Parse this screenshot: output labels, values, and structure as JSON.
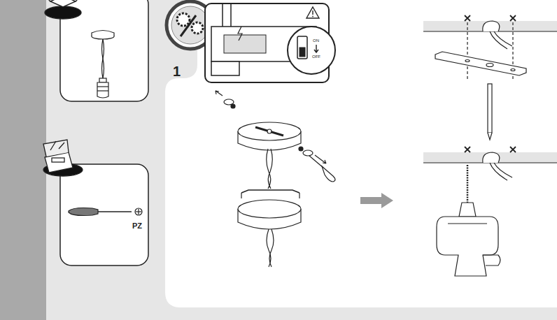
{
  "diagram": {
    "labels": [
      "1",
      "ON",
      "OFF",
      "PZ"
    ]
  }
}
